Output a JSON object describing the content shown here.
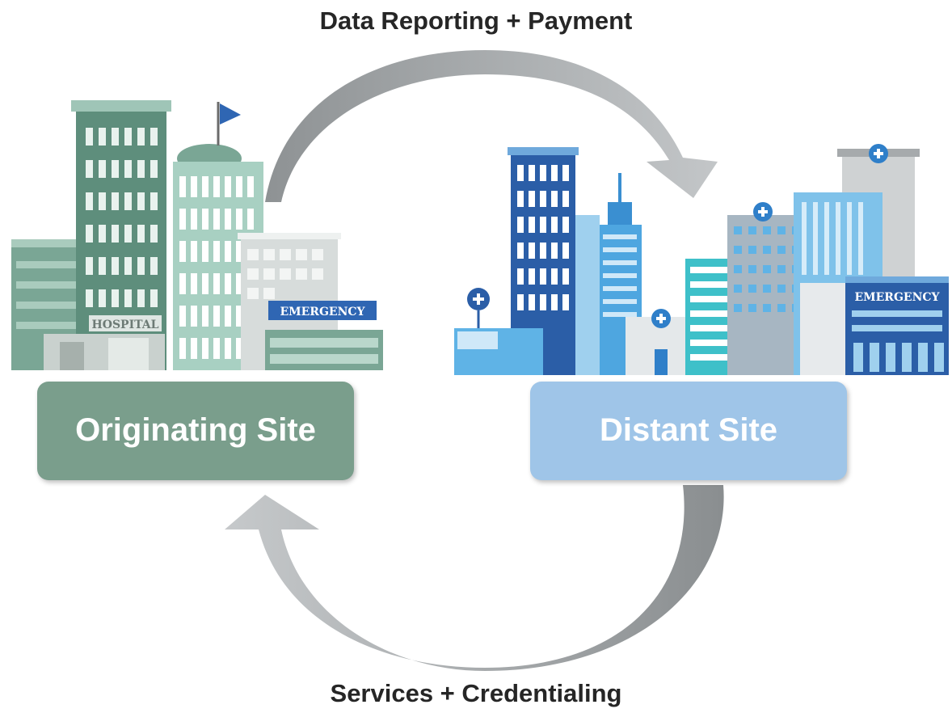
{
  "top_label": "Data Reporting + Payment",
  "bottom_label": "Services + Credentialing",
  "originating_site": {
    "label": "Originating Site",
    "color": "#7a9e8c",
    "building_signs": {
      "hospital": "HOSPITAL",
      "emergency": "EMERGENCY"
    }
  },
  "distant_site": {
    "label": "Distant Site",
    "color": "#9fc5e8",
    "building_signs": {
      "emergency": "EMERGENCY"
    }
  },
  "arrow_color": "#a3a7aa"
}
